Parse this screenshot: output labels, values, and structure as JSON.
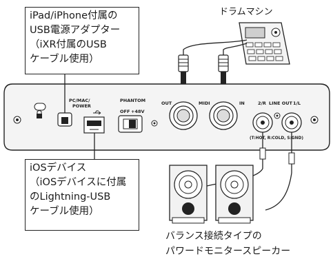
{
  "callouts": {
    "usb_adapter": "iPad/iPhone付属の\nUSB電源アダプター\n（iXR付属のUSB\nケーブル使用）",
    "ios_device": "iOSデバイス\n（iOSデバイスに付属\nのLightning-USB\nケーブル使用）"
  },
  "labels": {
    "drum_machine": "ドラムマシン",
    "speakers_line1": "バランス接続タイプの",
    "speakers_line2": "パワードモニタースピーカー"
  },
  "panel": {
    "pc_mac_power_1": "PC/MAC/",
    "pc_mac_power_2": "POWER",
    "phantom": "PHANTOM",
    "off": "OFF",
    "plus48v": "+48V",
    "out": "OUT",
    "midi": "MIDI",
    "in": "IN",
    "r2": "2/R",
    "line_out": "LINE OUT",
    "l1": "1/L",
    "balanced_note": "(T:HOT, R:COLD, S:GND)"
  },
  "colors": {
    "line": "#222222",
    "panel_fill": "#f4f4f4",
    "speaker_fill": "#f2f2f2"
  }
}
